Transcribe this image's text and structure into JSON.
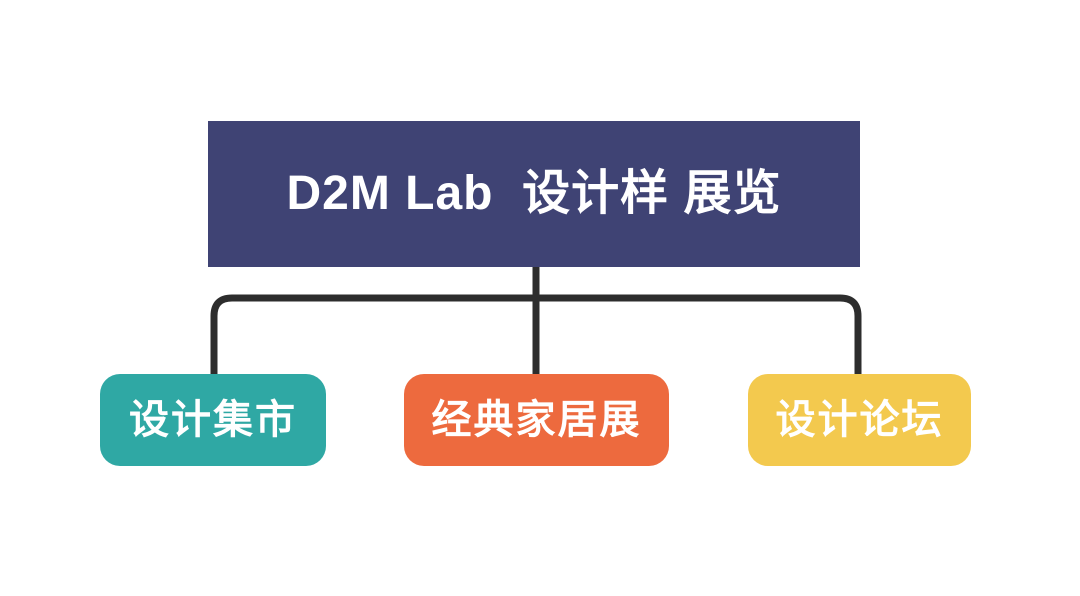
{
  "canvas": {
    "background": "#FFFFFF"
  },
  "diagram": {
    "root_node": {
      "label": "D2M Lab  设计样 展览",
      "bg": "#3F4374",
      "text_color": "#FFFFFF"
    },
    "children": [
      {
        "label": "设计集市",
        "bg": "#2FA8A4",
        "text_color": "#FFFFFF"
      },
      {
        "label": "经典家居展",
        "bg": "#ED6A3E",
        "text_color": "#FFFFFF"
      },
      {
        "label": "设计论坛",
        "bg": "#F3C94E",
        "text_color": "#FFFFFF"
      }
    ],
    "connector_color": "#2D2D2D"
  }
}
